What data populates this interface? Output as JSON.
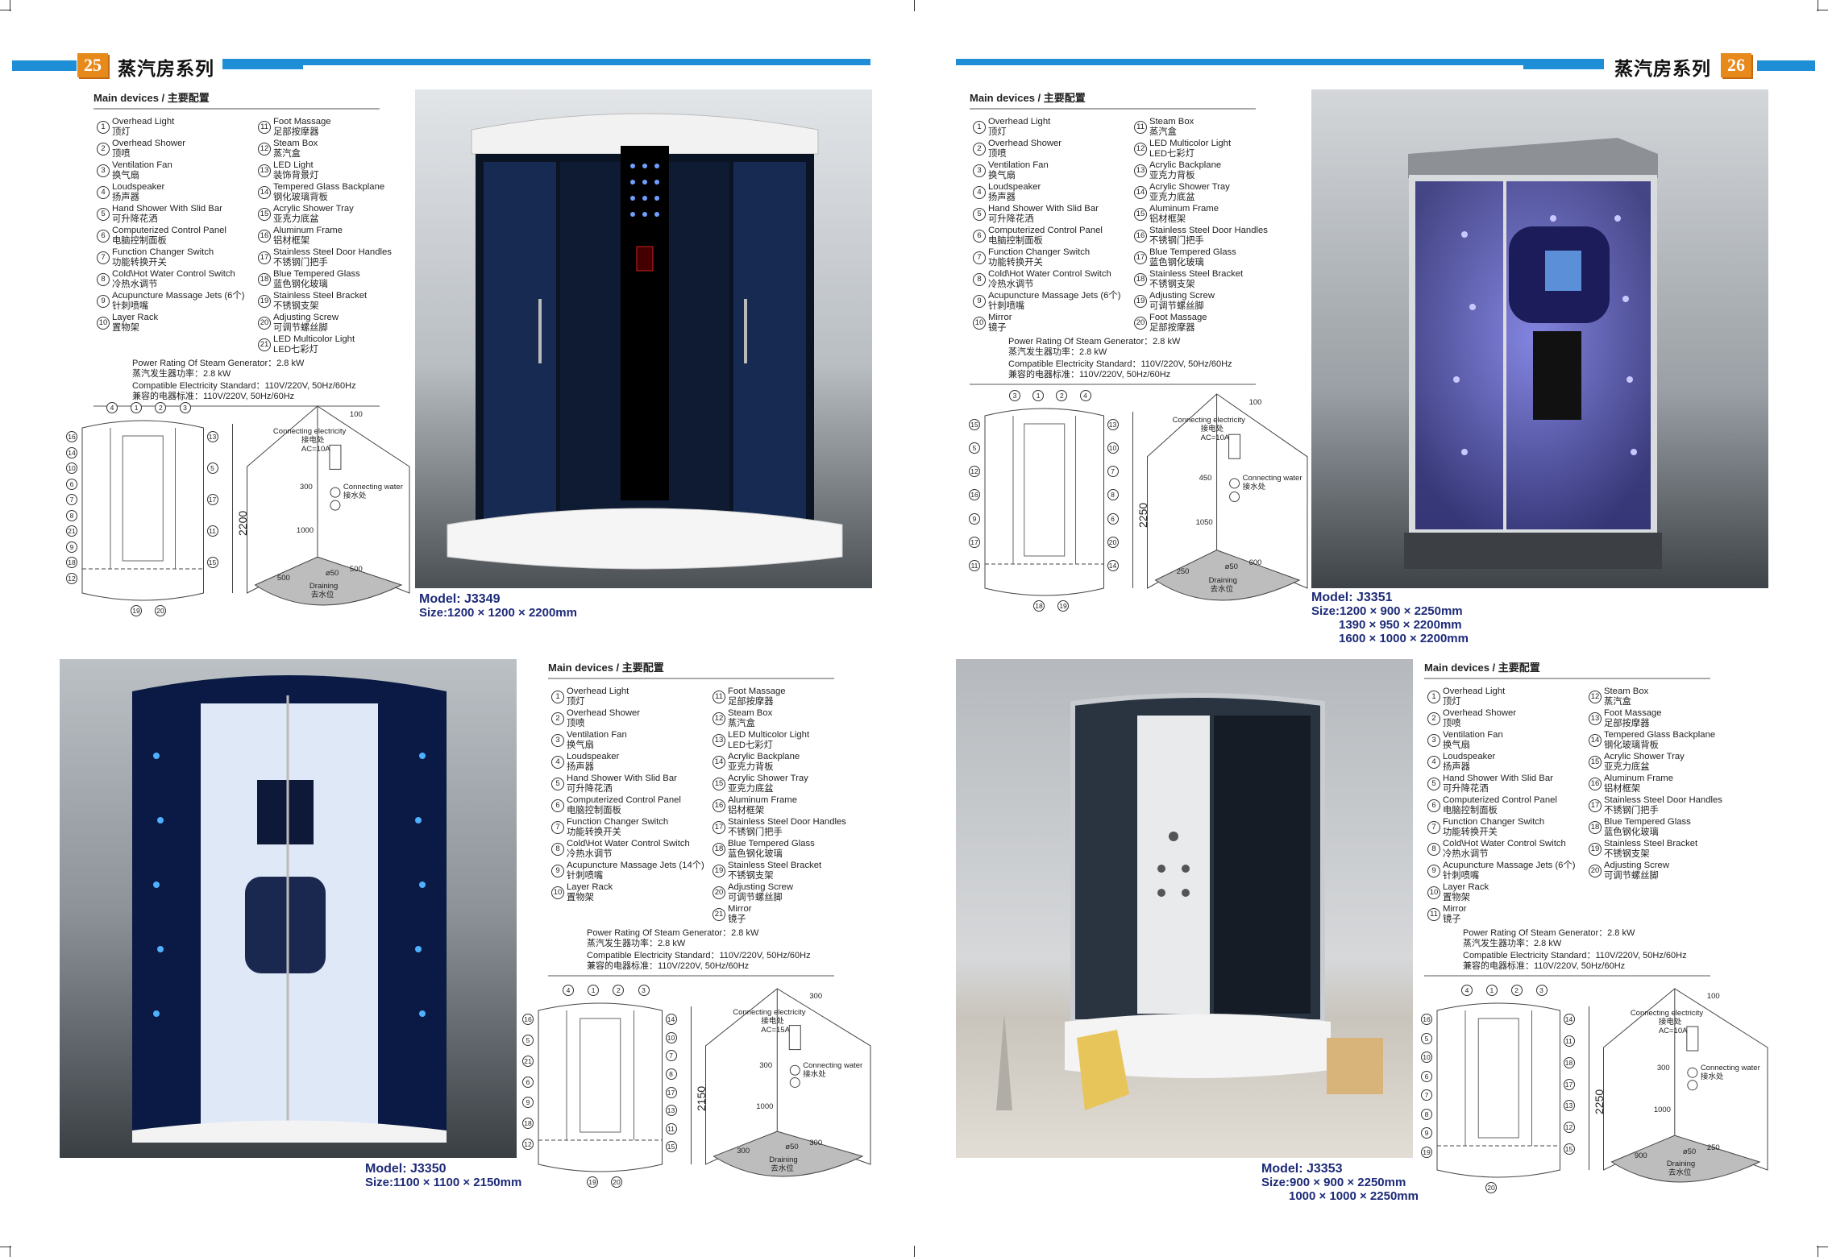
{
  "header": {
    "left": {
      "page_number": "25",
      "title": "蒸汽房系列"
    },
    "right": {
      "page_number": "26",
      "title": "蒸汽房系列"
    },
    "accent_color": "#1e8fd6",
    "page_badge_color": "#e8891c"
  },
  "sections": [
    {
      "heading": "Main devices / 主要配置",
      "model": "Model: J3349",
      "sizes": [
        "Size:1200 × 1200 × 2200mm"
      ],
      "devices_left": [
        {
          "n": "1",
          "en": "Overhead Light",
          "zh": "顶灯"
        },
        {
          "n": "2",
          "en": "Overhead Shower",
          "zh": "顶喷"
        },
        {
          "n": "3",
          "en": "Ventilation Fan",
          "zh": "换气扇"
        },
        {
          "n": "4",
          "en": "Loudspeaker",
          "zh": "扬声器"
        },
        {
          "n": "5",
          "en": "Hand Shower With Slid Bar",
          "zh": "可升降花洒"
        },
        {
          "n": "6",
          "en": "Computerized Control Panel",
          "zh": "电脑控制面板"
        },
        {
          "n": "7",
          "en": "Function Changer Switch",
          "zh": "功能转换开关"
        },
        {
          "n": "8",
          "en": "Cold\\Hot Water Control Switch",
          "zh": "冷热水调节"
        },
        {
          "n": "9",
          "en": "Acupuncture Massage Jets (6个)",
          "zh": "针刺喷嘴"
        },
        {
          "n": "10",
          "en": "Layer Rack",
          "zh": "置物架"
        }
      ],
      "devices_right": [
        {
          "n": "11",
          "en": "Foot Massage",
          "zh": "足部按摩器"
        },
        {
          "n": "12",
          "en": "Steam Box",
          "zh": "蒸汽盒"
        },
        {
          "n": "13",
          "en": "LED Light",
          "zh": "装饰背景灯"
        },
        {
          "n": "14",
          "en": "Tempered Glass Backplane",
          "zh": "钢化玻璃背板"
        },
        {
          "n": "15",
          "en": "Acrylic Shower Tray",
          "zh": "亚克力底盆"
        },
        {
          "n": "16",
          "en": "Aluminum Frame",
          "zh": "铝材框架"
        },
        {
          "n": "17",
          "en": "Stainless Steel Door Handles",
          "zh": "不锈钢门把手"
        },
        {
          "n": "18",
          "en": "Blue Tempered Glass",
          "zh": "蓝色钢化玻璃"
        },
        {
          "n": "19",
          "en": "Stainless Steel Bracket",
          "zh": "不锈钢支架"
        },
        {
          "n": "20",
          "en": "Adjusting Screw",
          "zh": "可调节螺丝脚"
        },
        {
          "n": "21",
          "en": "LED Multicolor Light",
          "zh": "LED七彩灯"
        }
      ],
      "power_en": "Power Rating Of Steam Generator：2.8 kW",
      "power_zh": "蒸汽发生器功率：2.8 kW",
      "standard_en": "Compatible Electricity Standard：110V/220V, 50Hz/60Hz",
      "standard_zh": "兼容的电器标准：110V/220V, 50Hz/60Hz",
      "diagram": {
        "callouts_top": [
          "4",
          "1",
          "2",
          "3"
        ],
        "callouts_left": [
          "16",
          "14",
          "10",
          "6",
          "7",
          "8",
          "21",
          "9",
          "18",
          "12"
        ],
        "callouts_right": [
          "13",
          "5",
          "17",
          "11",
          "15"
        ],
        "callouts_bottom": [
          "19",
          "20"
        ],
        "height": "2200",
        "elec_en": "Connecting electricity",
        "elec_zh": "接电处",
        "ac": "AC=10A",
        "water_en": "Connecting water",
        "water_zh": "接水处",
        "drain_en": "Draining",
        "drain_zh": "去水位",
        "drain_dia": "ø50",
        "dims": [
          "100",
          "300",
          "1000",
          "500",
          "500"
        ]
      }
    },
    {
      "heading": "Main devices / 主要配置",
      "model": "Model: J3351",
      "sizes": [
        "Size:1200 × 900 × 2250mm",
        "1390 × 950 × 2200mm",
        "1600 × 1000 × 2200mm"
      ],
      "devices_left": [
        {
          "n": "1",
          "en": "Overhead Light",
          "zh": "顶灯"
        },
        {
          "n": "2",
          "en": "Overhead Shower",
          "zh": "顶喷"
        },
        {
          "n": "3",
          "en": "Ventilation Fan",
          "zh": "换气扇"
        },
        {
          "n": "4",
          "en": "Loudspeaker",
          "zh": "扬声器"
        },
        {
          "n": "5",
          "en": "Hand Shower With Slid Bar",
          "zh": "可升降花洒"
        },
        {
          "n": "6",
          "en": "Computerized Control Panel",
          "zh": "电脑控制面板"
        },
        {
          "n": "7",
          "en": "Function Changer Switch",
          "zh": "功能转换开关"
        },
        {
          "n": "8",
          "en": "Cold\\Hot Water Control Switch",
          "zh": "冷热水调节"
        },
        {
          "n": "9",
          "en": "Acupuncture Massage Jets (6个)",
          "zh": "针刺喷嘴"
        },
        {
          "n": "10",
          "en": "Mirror",
          "zh": "镜子"
        }
      ],
      "devices_right": [
        {
          "n": "11",
          "en": "Steam Box",
          "zh": "蒸汽盒"
        },
        {
          "n": "12",
          "en": "LED Multicolor Light",
          "zh": "LED七彩灯"
        },
        {
          "n": "13",
          "en": "Acrylic Backplane",
          "zh": "亚克力背板"
        },
        {
          "n": "14",
          "en": "Acrylic Shower Tray",
          "zh": "亚克力底盆"
        },
        {
          "n": "15",
          "en": "Aluminum Frame",
          "zh": "铝材框架"
        },
        {
          "n": "16",
          "en": "Stainless Steel Door Handles",
          "zh": "不锈钢门把手"
        },
        {
          "n": "17",
          "en": "Blue Tempered Glass",
          "zh": "蓝色钢化玻璃"
        },
        {
          "n": "18",
          "en": "Stainless Steel Bracket",
          "zh": "不锈钢支架"
        },
        {
          "n": "19",
          "en": "Adjusting Screw",
          "zh": "可调节螺丝脚"
        },
        {
          "n": "20",
          "en": "Foot Massage",
          "zh": "足部按摩器"
        }
      ],
      "power_en": "Power Rating Of Steam Generator：2.8 kW",
      "power_zh": "蒸汽发生器功率：2.8 kW",
      "standard_en": "Compatible Electricity Standard：110V/220V, 50Hz/60Hz",
      "standard_zh": "兼容的电器标准：110V/220V, 50Hz/60Hz",
      "diagram": {
        "callouts_top": [
          "3",
          "1",
          "2",
          "4"
        ],
        "callouts_left": [
          "15",
          "5",
          "12",
          "16",
          "9",
          "17",
          "11"
        ],
        "callouts_right": [
          "13",
          "10",
          "7",
          "8",
          "6",
          "20",
          "14"
        ],
        "callouts_bottom": [
          "18",
          "19"
        ],
        "height": "2250",
        "elec_en": "Connecting electricity",
        "elec_zh": "接电处",
        "ac": "AC=10A",
        "water_en": "Connecting water",
        "water_zh": "接水处",
        "drain_en": "Draining",
        "drain_zh": "去水位",
        "drain_dia": "ø50",
        "dims": [
          "100",
          "450",
          "1050",
          "250",
          "600"
        ]
      }
    },
    {
      "heading": "Main devices / 主要配置",
      "model": "Model: J3350",
      "sizes": [
        "Size:1100 × 1100 × 2150mm"
      ],
      "devices_left": [
        {
          "n": "1",
          "en": "Overhead Light",
          "zh": "顶灯"
        },
        {
          "n": "2",
          "en": "Overhead Shower",
          "zh": "顶喷"
        },
        {
          "n": "3",
          "en": "Ventilation Fan",
          "zh": "换气扇"
        },
        {
          "n": "4",
          "en": "Loudspeaker",
          "zh": "扬声器"
        },
        {
          "n": "5",
          "en": "Hand Shower With Slid Bar",
          "zh": "可升降花洒"
        },
        {
          "n": "6",
          "en": "Computerized Control Panel",
          "zh": "电脑控制面板"
        },
        {
          "n": "7",
          "en": "Function Changer Switch",
          "zh": "功能转换开关"
        },
        {
          "n": "8",
          "en": "Cold\\Hot Water Control Switch",
          "zh": "冷热水调节"
        },
        {
          "n": "9",
          "en": "Acupuncture Massage Jets (14个)",
          "zh": "针刺喷嘴"
        },
        {
          "n": "10",
          "en": "Layer Rack",
          "zh": "置物架"
        }
      ],
      "devices_right": [
        {
          "n": "11",
          "en": "Foot Massage",
          "zh": "足部按摩器"
        },
        {
          "n": "12",
          "en": "Steam Box",
          "zh": "蒸汽盒"
        },
        {
          "n": "13",
          "en": "LED Multicolor Light",
          "zh": "LED七彩灯"
        },
        {
          "n": "14",
          "en": "Acrylic Backplane",
          "zh": "亚克力背板"
        },
        {
          "n": "15",
          "en": "Acrylic Shower Tray",
          "zh": "亚克力底盆"
        },
        {
          "n": "16",
          "en": "Aluminum Frame",
          "zh": "铝材框架"
        },
        {
          "n": "17",
          "en": "Stainless Steel Door Handles",
          "zh": "不锈钢门把手"
        },
        {
          "n": "18",
          "en": "Blue Tempered Glass",
          "zh": "蓝色钢化玻璃"
        },
        {
          "n": "19",
          "en": "Stainless Steel Bracket",
          "zh": "不锈钢支架"
        },
        {
          "n": "20",
          "en": "Adjusting Screw",
          "zh": "可调节螺丝脚"
        },
        {
          "n": "21",
          "en": "Mirror",
          "zh": "镜子"
        }
      ],
      "power_en": "Power Rating Of Steam Generator：2.8 kW",
      "power_zh": "蒸汽发生器功率：2.8 kW",
      "standard_en": "Compatible Electricity Standard：110V/220V, 50Hz/60Hz",
      "standard_zh": "兼容的电器标准：110V/220V, 50Hz/60Hz",
      "diagram": {
        "callouts_top": [
          "4",
          "1",
          "2",
          "3"
        ],
        "callouts_left": [
          "16",
          "5",
          "21",
          "6",
          "9",
          "18",
          "12"
        ],
        "callouts_right": [
          "14",
          "10",
          "7",
          "8",
          "17",
          "13",
          "11",
          "15"
        ],
        "callouts_bottom": [
          "19",
          "20"
        ],
        "height": "2150",
        "elec_en": "Connecting electricity",
        "elec_zh": "接电处",
        "ac": "AC=15A",
        "water_en": "Connecting water",
        "water_zh": "接水处",
        "drain_en": "Draining",
        "drain_zh": "去水位",
        "drain_dia": "ø50",
        "dims": [
          "300",
          "300",
          "1000",
          "300",
          "300"
        ]
      }
    },
    {
      "heading": "Main devices / 主要配置",
      "model": "Model: J3353",
      "sizes": [
        "Size:900 × 900 × 2250mm",
        "1000 × 1000 × 2250mm"
      ],
      "devices_left": [
        {
          "n": "1",
          "en": "Overhead Light",
          "zh": "顶灯"
        },
        {
          "n": "2",
          "en": "Overhead Shower",
          "zh": "顶喷"
        },
        {
          "n": "3",
          "en": "Ventilation Fan",
          "zh": "换气扇"
        },
        {
          "n": "4",
          "en": "Loudspeaker",
          "zh": "扬声器"
        },
        {
          "n": "5",
          "en": "Hand Shower With Slid Bar",
          "zh": "可升降花洒"
        },
        {
          "n": "6",
          "en": "Computerized Control Panel",
          "zh": "电脑控制面板"
        },
        {
          "n": "7",
          "en": "Function Changer Switch",
          "zh": "功能转换开关"
        },
        {
          "n": "8",
          "en": "Cold\\Hot Water Control Switch",
          "zh": "冷热水调节"
        },
        {
          "n": "9",
          "en": "Acupuncture Massage Jets (6个)",
          "zh": "针刺喷嘴"
        },
        {
          "n": "10",
          "en": "Layer Rack",
          "zh": "置物架"
        },
        {
          "n": "11",
          "en": "Mirror",
          "zh": "镜子"
        }
      ],
      "devices_right": [
        {
          "n": "12",
          "en": "Steam Box",
          "zh": "蒸汽盒"
        },
        {
          "n": "13",
          "en": "Foot Massage",
          "zh": "足部按摩器"
        },
        {
          "n": "14",
          "en": "Tempered Glass Backplane",
          "zh": "钢化玻璃背板"
        },
        {
          "n": "15",
          "en": "Acrylic Shower Tray",
          "zh": "亚克力底盆"
        },
        {
          "n": "16",
          "en": "Aluminum Frame",
          "zh": "铝材框架"
        },
        {
          "n": "17",
          "en": "Stainless Steel Door Handles",
          "zh": "不锈钢门把手"
        },
        {
          "n": "18",
          "en": "Blue Tempered Glass",
          "zh": "蓝色钢化玻璃"
        },
        {
          "n": "19",
          "en": "Stainless Steel Bracket",
          "zh": "不锈钢支架"
        },
        {
          "n": "20",
          "en": "Adjusting Screw",
          "zh": "可调节螺丝脚"
        }
      ],
      "power_en": "Power Rating Of Steam Generator：2.8 kW",
      "power_zh": "蒸汽发生器功率：2.8 kW",
      "standard_en": "Compatible Electricity Standard：110V/220V, 50Hz/60Hz",
      "standard_zh": "兼容的电器标准：110V/220V, 50Hz/60Hz",
      "diagram": {
        "callouts_top": [
          "4",
          "1",
          "2",
          "3"
        ],
        "callouts_left": [
          "16",
          "5",
          "10",
          "6",
          "7",
          "8",
          "9",
          "19"
        ],
        "callouts_right": [
          "14",
          "11",
          "18",
          "17",
          "13",
          "12",
          "15"
        ],
        "callouts_bottom": [
          "20"
        ],
        "height": "2250",
        "elec_en": "Connecting electricity",
        "elec_zh": "接电处",
        "ac": "AC=10A",
        "water_en": "Connecting water",
        "water_zh": "接水处",
        "drain_en": "Draining",
        "drain_zh": "去水位",
        "drain_dia": "ø50",
        "dims": [
          "100",
          "300",
          "1000",
          "900",
          "250"
        ]
      }
    }
  ]
}
